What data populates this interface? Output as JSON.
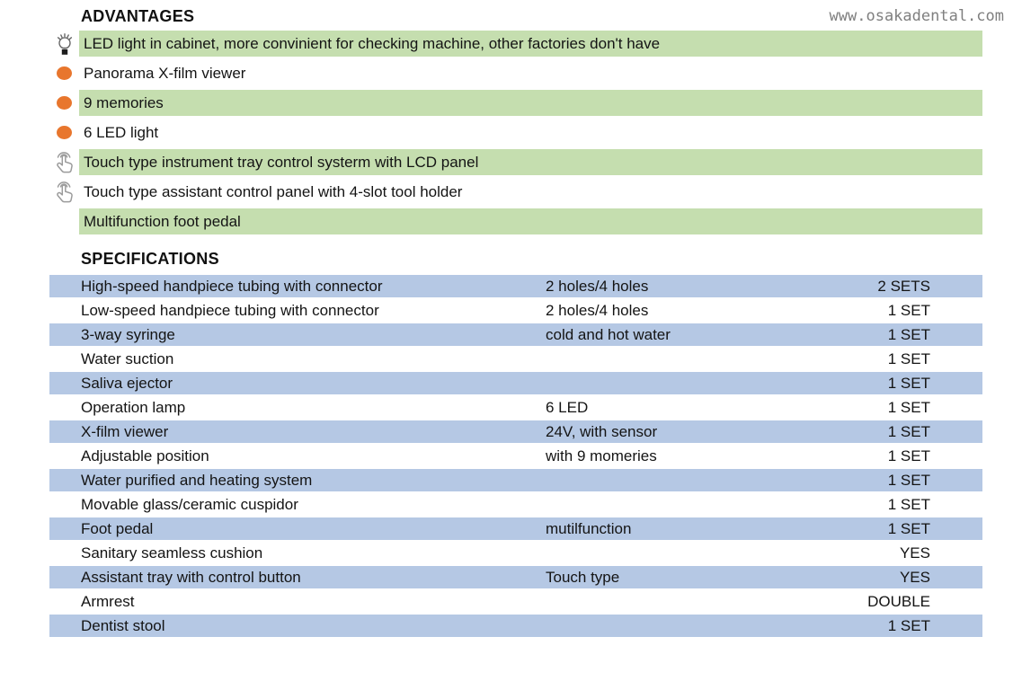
{
  "watermark": "www.osakadental.com",
  "colors": {
    "green": "#c5deaf",
    "blue": "#b5c8e4",
    "orange": "#e8762d"
  },
  "advantages": {
    "title": "ADVANTAGES",
    "items": [
      {
        "icon": "bulb-icon",
        "text": "LED light in cabinet, more convinient for checking machine, other factories don't have"
      },
      {
        "icon": "dot-icon",
        "text": "Panorama X-film viewer"
      },
      {
        "icon": "dot-icon",
        "text": "9 memories"
      },
      {
        "icon": "dot-icon",
        "text": "6 LED light"
      },
      {
        "icon": "touch-icon",
        "text": "Touch type instrument tray control systerm with LCD panel"
      },
      {
        "icon": "touch-icon",
        "text": "Touch type assistant control panel with 4-slot tool holder"
      },
      {
        "icon": "",
        "text": "Multifunction foot pedal"
      }
    ]
  },
  "specifications": {
    "title": "SPECIFICATIONS",
    "rows": [
      {
        "item": "High-speed handpiece tubing with connector",
        "detail": "2 holes/4 holes",
        "qty": "2 SETS"
      },
      {
        "item": "Low-speed handpiece tubing with connector",
        "detail": "2 holes/4 holes",
        "qty": "1 SET"
      },
      {
        "item": "3-way syringe",
        "detail": "cold and hot water",
        "qty": "1 SET"
      },
      {
        "item": "Water suction",
        "detail": "",
        "qty": "1 SET"
      },
      {
        "item": "Saliva ejector",
        "detail": "",
        "qty": "1 SET"
      },
      {
        "item": "Operation lamp",
        "detail": "6 LED",
        "qty": "1 SET"
      },
      {
        "item": "X-film viewer",
        "detail": "24V, with sensor",
        "qty": "1 SET"
      },
      {
        "item": "Adjustable position",
        "detail": "with 9 momeries",
        "qty": "1 SET"
      },
      {
        "item": "Water purified and heating system",
        "detail": "",
        "qty": "1 SET"
      },
      {
        "item": "Movable glass/ceramic cuspidor",
        "detail": "",
        "qty": "1 SET"
      },
      {
        "item": "Foot pedal",
        "detail": "mutilfunction",
        "qty": "1 SET"
      },
      {
        "item": "Sanitary seamless cushion",
        "detail": "",
        "qty": "YES"
      },
      {
        "item": "Assistant tray with control button",
        "detail": "Touch type",
        "qty": "YES"
      },
      {
        "item": "Armrest",
        "detail": "",
        "qty": "DOUBLE"
      },
      {
        "item": "Dentist stool",
        "detail": "",
        "qty": "1 SET"
      }
    ]
  }
}
